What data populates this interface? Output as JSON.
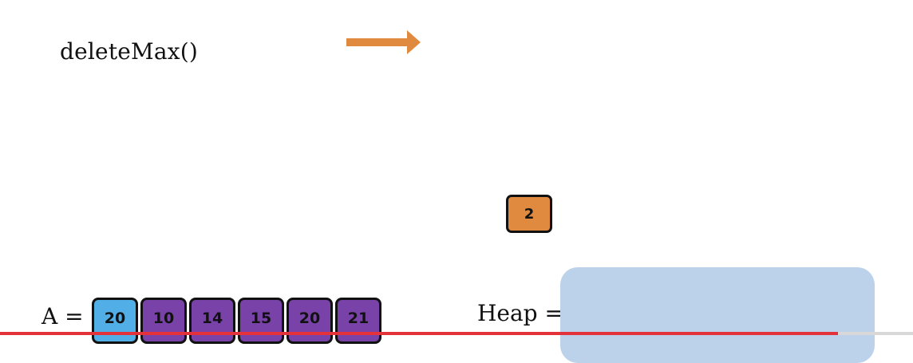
{
  "operation": {
    "label": "deleteMax()"
  },
  "arrow": {
    "icon": "right-arrow-icon",
    "color": "#e08a3f"
  },
  "root_node": {
    "value": "2",
    "color": "#e08a3f"
  },
  "array": {
    "label": "A =",
    "highlight_color": "#52aee6",
    "cell_color": "#7842a8",
    "cells": [
      {
        "value": "20",
        "highlighted": true
      },
      {
        "value": "10",
        "highlighted": false
      },
      {
        "value": "14",
        "highlighted": false
      },
      {
        "value": "15",
        "highlighted": false
      },
      {
        "value": "20",
        "highlighted": false
      },
      {
        "value": "21",
        "highlighted": false
      }
    ]
  },
  "heap": {
    "label": "Heap =",
    "box_color": "#bcd2ea"
  },
  "progress": {
    "fraction": 0.918,
    "color": "#e4323a"
  }
}
